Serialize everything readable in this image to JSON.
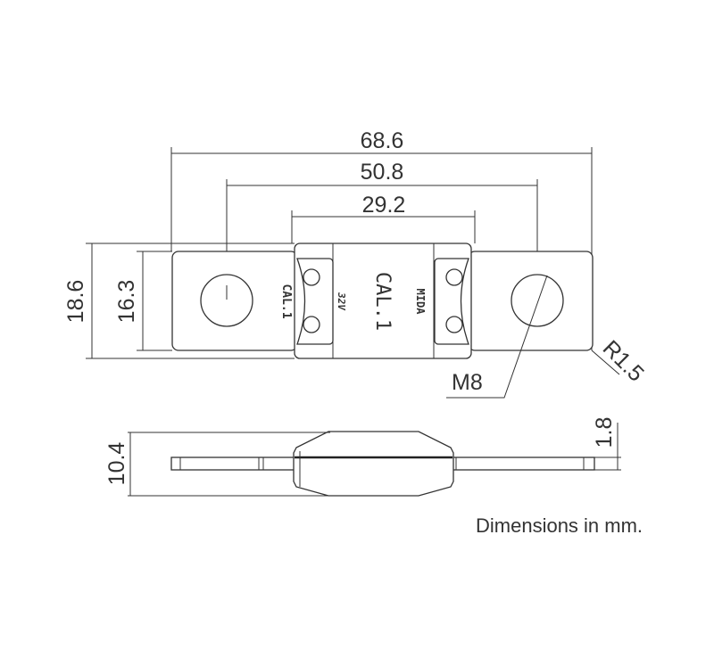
{
  "dimensions": {
    "overall_length": "68.6",
    "hole_spacing": "50.8",
    "body_length": "29.2",
    "body_width": "18.6",
    "tab_width": "16.3",
    "thread": "M8",
    "corner_radius": "R1.5",
    "body_height": "10.4",
    "tab_thickness": "1.8"
  },
  "fuse_markings": {
    "tab_marking": "CAL.1",
    "voltage": "32V",
    "body_marking": "CAL.1",
    "brand_logo": "MIDA"
  },
  "note": "Dimensions in mm."
}
